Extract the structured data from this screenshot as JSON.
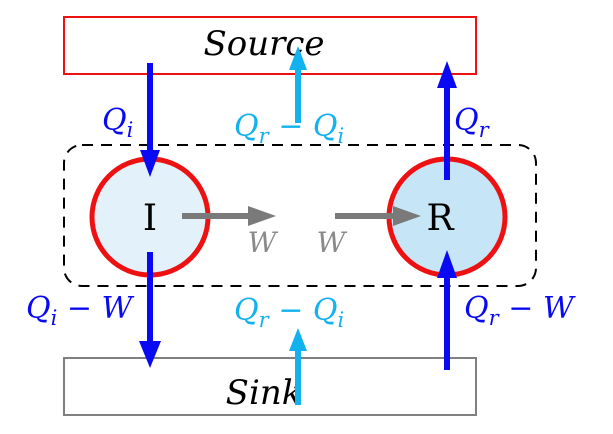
{
  "boxes": {
    "source": "Source",
    "sink": "Sink"
  },
  "nodes": {
    "irreversible": "I",
    "reversible": "R"
  },
  "work": {
    "out_label": "W",
    "in_label": "W"
  },
  "heat_labels": {
    "qi_in": {
      "base": "Q",
      "sub": "i"
    },
    "qi_minus_w": {
      "base": "Q",
      "sub": "i",
      "rest": " − W"
    },
    "qr_out": {
      "base": "Q",
      "sub": "r"
    },
    "qr_minus_w": {
      "base": "Q",
      "sub": "r",
      "rest": " − W"
    },
    "qr_minus_qi_top": {
      "base": "Q",
      "sub": "r",
      "mid": " − Q",
      "sub2": "i"
    },
    "qr_minus_qi_bottom": {
      "base": "Q",
      "sub": "r",
      "mid": " − Q",
      "sub2": "i"
    }
  },
  "colors": {
    "blue": "#0a0af2",
    "cyan": "#12b2ef",
    "red": "#ee1111",
    "gray": "#808080",
    "dark_gray": "#7a7a7a",
    "engine_fill_left": "#e3f1fb",
    "engine_fill_right": "#c6e6f7"
  }
}
